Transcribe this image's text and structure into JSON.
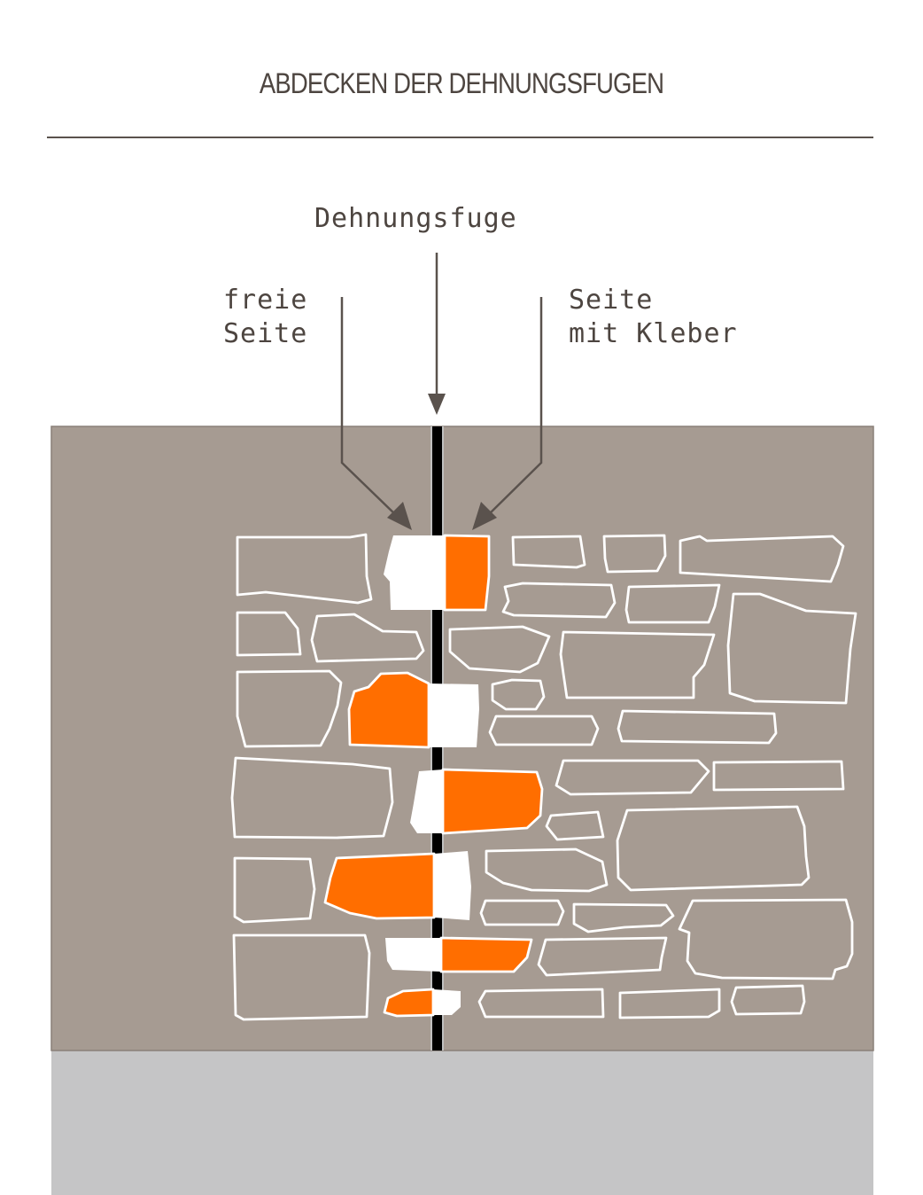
{
  "title": "ABDECKEN DER DEHNUNGSFUGEN",
  "labels": {
    "joint": "Dehnungsfuge",
    "free_side_line1": "freie",
    "free_side_line2": "Seite",
    "adhesive_side_line1": "Seite",
    "adhesive_side_line2": "mit Kleber"
  },
  "colors": {
    "wall": "#a69b92",
    "floor": "#c5c5c6",
    "stone_outline": "#ffffff",
    "adhesive": "#ff6e00",
    "joint": "#000000",
    "text": "#4d4540",
    "arrow": "#5a524d"
  }
}
